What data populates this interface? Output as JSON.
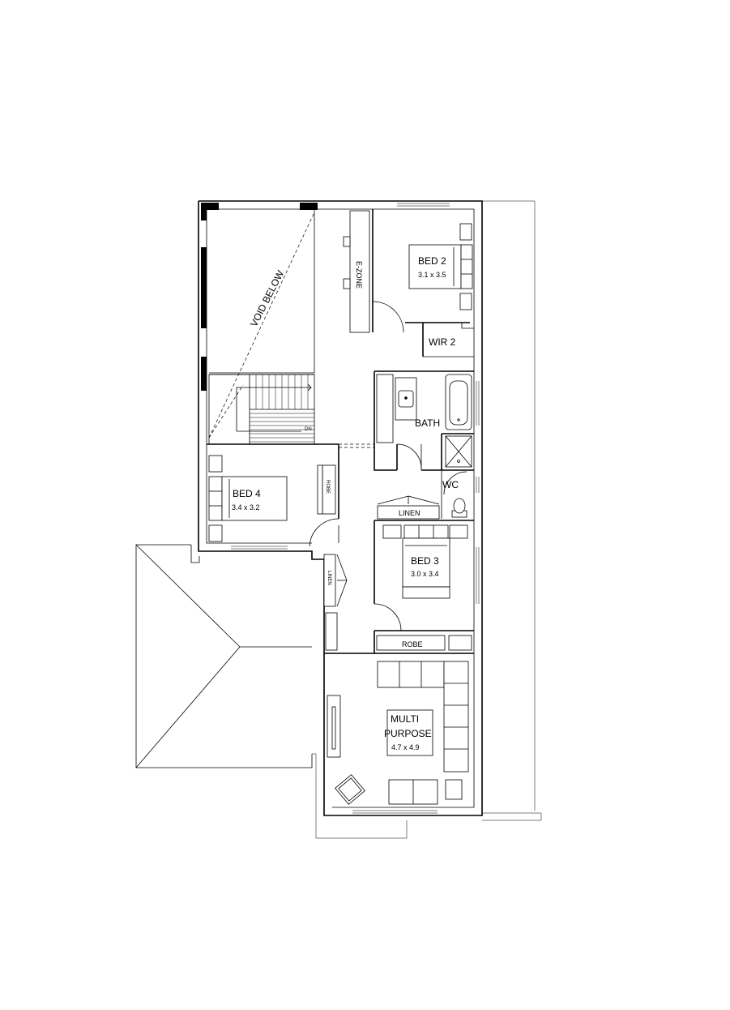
{
  "rooms": {
    "bed2": {
      "name": "BED 2",
      "size": "3.1 x 3.5"
    },
    "bed3": {
      "name": "BED 3",
      "size": "3.0 x 3.4"
    },
    "bed4": {
      "name": "BED 4",
      "size": "3.4 x 3.2"
    },
    "wir2": {
      "name": "WIR 2"
    },
    "bath": {
      "name": "BATH"
    },
    "wc": {
      "name": "WC"
    },
    "multi": {
      "name_line1": "MULTI",
      "name_line2": "PURPOSE",
      "size": "4.7 x 4.9"
    },
    "void": {
      "name": "VOID BELOW"
    }
  },
  "fixtures": {
    "ezone": "E-ZONE",
    "linen_top": "LINEN",
    "linen_side": "LINEN",
    "robe_bed4": "ROBE",
    "robe_bed3": "ROBE",
    "stair_dn": "DN"
  }
}
